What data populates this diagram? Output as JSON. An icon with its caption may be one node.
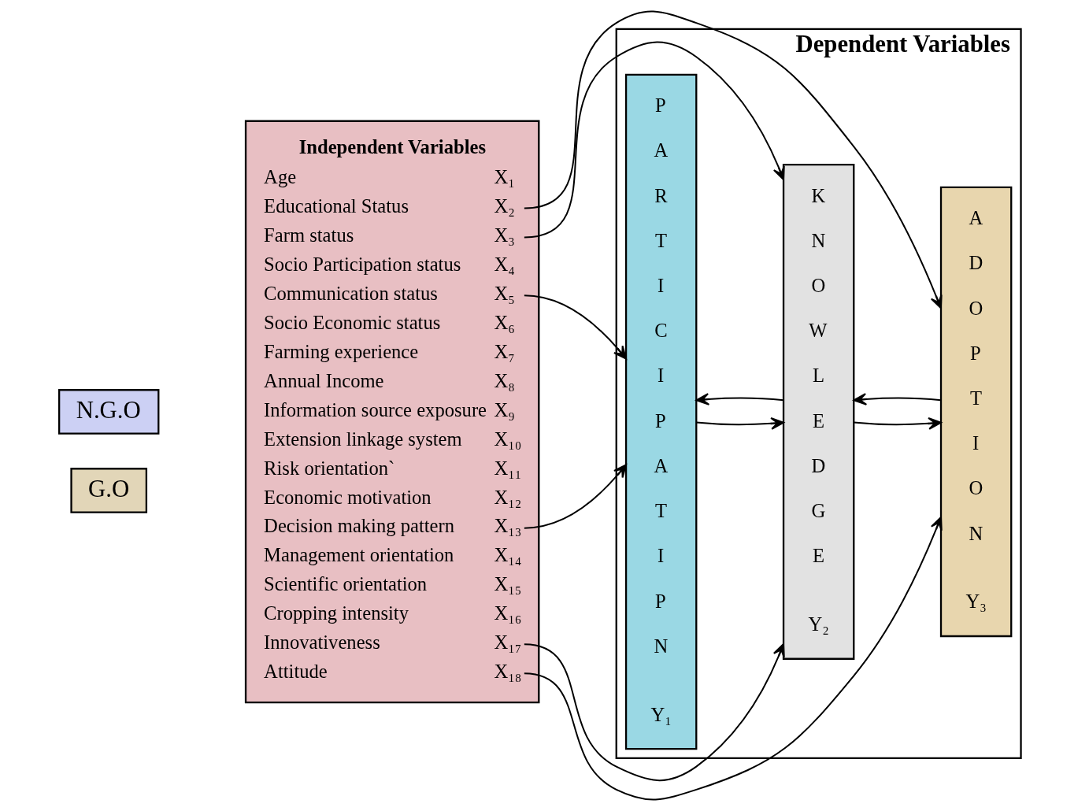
{
  "diagram": {
    "nodes": [
      {
        "text": [
          "Independent Variables",
          "Age",
          "X₁",
          "Educational Status",
          "X₂",
          "Farm status",
          "X₃",
          "Socio Participation status",
          "X₄",
          "Communication status",
          "X₅",
          "Socio Economic status",
          "X₆",
          "Farming experience",
          "X₇",
          "Annual Income",
          "X₈",
          "Information source exposure",
          "X₉",
          "Extension linkage system",
          "X₁₀",
          "Risk orientation`",
          "X₁₁",
          "Economic motivation",
          "X₁₂",
          "Decision making pattern",
          "X₁₃",
          "Management orientation",
          "X₁₄",
          "Scientific orientation",
          "X₁₅",
          "Cropping intensity",
          "X₁₆",
          "Innovativeness",
          "X₁₇",
          "Attitude",
          "X₁₈"
        ]
      },
      {
        "text": [
          "Dependent Variables"
        ]
      },
      {
        "text": [
          "PARTICIPATIPN",
          "Y₁"
        ],
        "in": 1
      },
      {
        "text": [
          "KNOWLEDGE",
          "Y₂"
        ],
        "in": 1
      },
      {
        "text": [
          "ADOPTION",
          "Y₃"
        ],
        "in": 1
      },
      {
        "text": [
          "G.O"
        ]
      },
      {
        "text": [
          "N.G.O"
        ]
      }
    ],
    "edges": [
      {
        "from": 0,
        "to": 4,
        "arrow": "to"
      },
      {
        "from": 0,
        "to": 3,
        "arrow": "to"
      },
      {
        "from": 0,
        "to": 2,
        "arrow": "to"
      },
      {
        "from": 0,
        "to": 2,
        "arrow": "to"
      },
      {
        "from": 0,
        "to": 3,
        "arrow": "to"
      },
      {
        "from": 0,
        "to": 4,
        "arrow": "to"
      },
      {
        "from": 2,
        "to": 3,
        "arrow": "to"
      },
      {
        "from": 3,
        "to": 4,
        "arrow": "to"
      },
      {
        "from": 3,
        "to": 2,
        "arrow": "to"
      },
      {
        "from": 4,
        "to": 3,
        "arrow": "to"
      }
    ]
  }
}
